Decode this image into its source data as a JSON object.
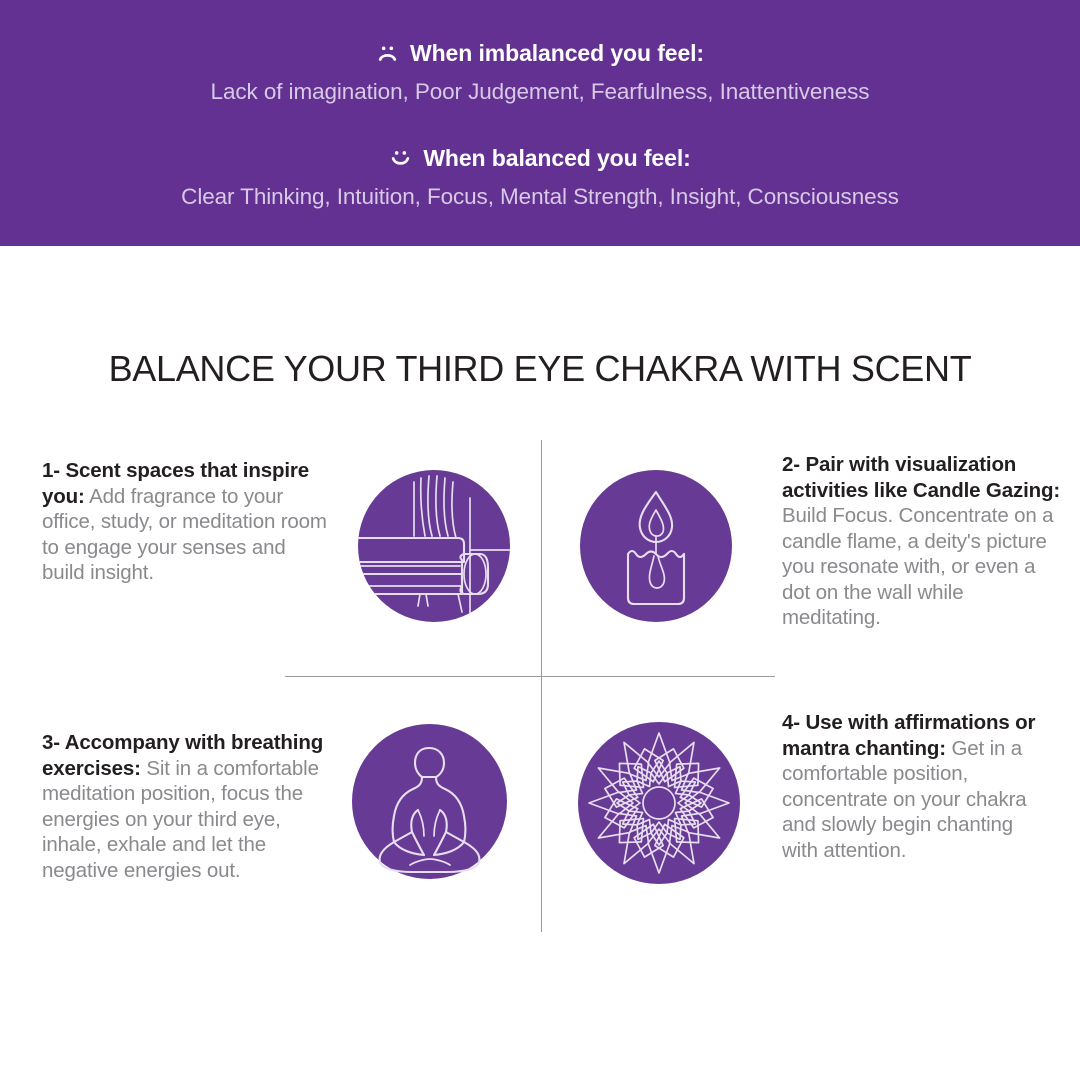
{
  "colors": {
    "header_band": "#633191",
    "icon_circle": "#673A95",
    "icon_stroke": "#e6ddee",
    "heading_text": "#ffffff",
    "list_text": "#d8c9e6",
    "title_text": "#231f20",
    "body_bold": "#231f20",
    "body_regular": "#8a8a8e",
    "divider": "#9b9b9b",
    "page_background": "#ffffff"
  },
  "header": {
    "imbalanced": {
      "icon": "frowning-face-icon",
      "heading": "When imbalanced you feel:",
      "list": "Lack of imagination, Poor Judgement, Fearfulness, Inattentiveness"
    },
    "balanced": {
      "icon": "smiling-face-icon",
      "heading": "When balanced you feel:",
      "list": "Clear Thinking, Intuition, Focus, Mental Strength, Insight, Consciousness"
    }
  },
  "main": {
    "title": "BALANCE YOUR THIRD EYE CHAKRA WITH SCENT",
    "tips": [
      {
        "number": "1-",
        "lead": "1- Scent spaces that inspire you:",
        "body": " Add fragrance to your office, study, or meditation room to engage your senses and build insight.",
        "icon": "sofa-curtains-icon"
      },
      {
        "number": "2-",
        "lead": "2- Pair with visualization activities like Candle Gazing:",
        "body": " Build Focus. Concentrate on a candle flame, a deity's picture you resonate with, or even a dot on the wall while meditating.",
        "icon": "lit-candle-icon"
      },
      {
        "number": "3-",
        "lead": "3- Accompany with breathing exercises:",
        "body": " Sit in a comfortable meditation position, focus the energies on your third eye, inhale, exhale and let the negative energies out.",
        "icon": "meditating-person-icon"
      },
      {
        "number": "4-",
        "lead": "4- Use with affirmations or mantra chanting:",
        "body": " Get in a comfortable position, concentrate on your chakra and slowly begin chanting with attention.",
        "icon": "mandala-lotus-icon"
      }
    ]
  }
}
